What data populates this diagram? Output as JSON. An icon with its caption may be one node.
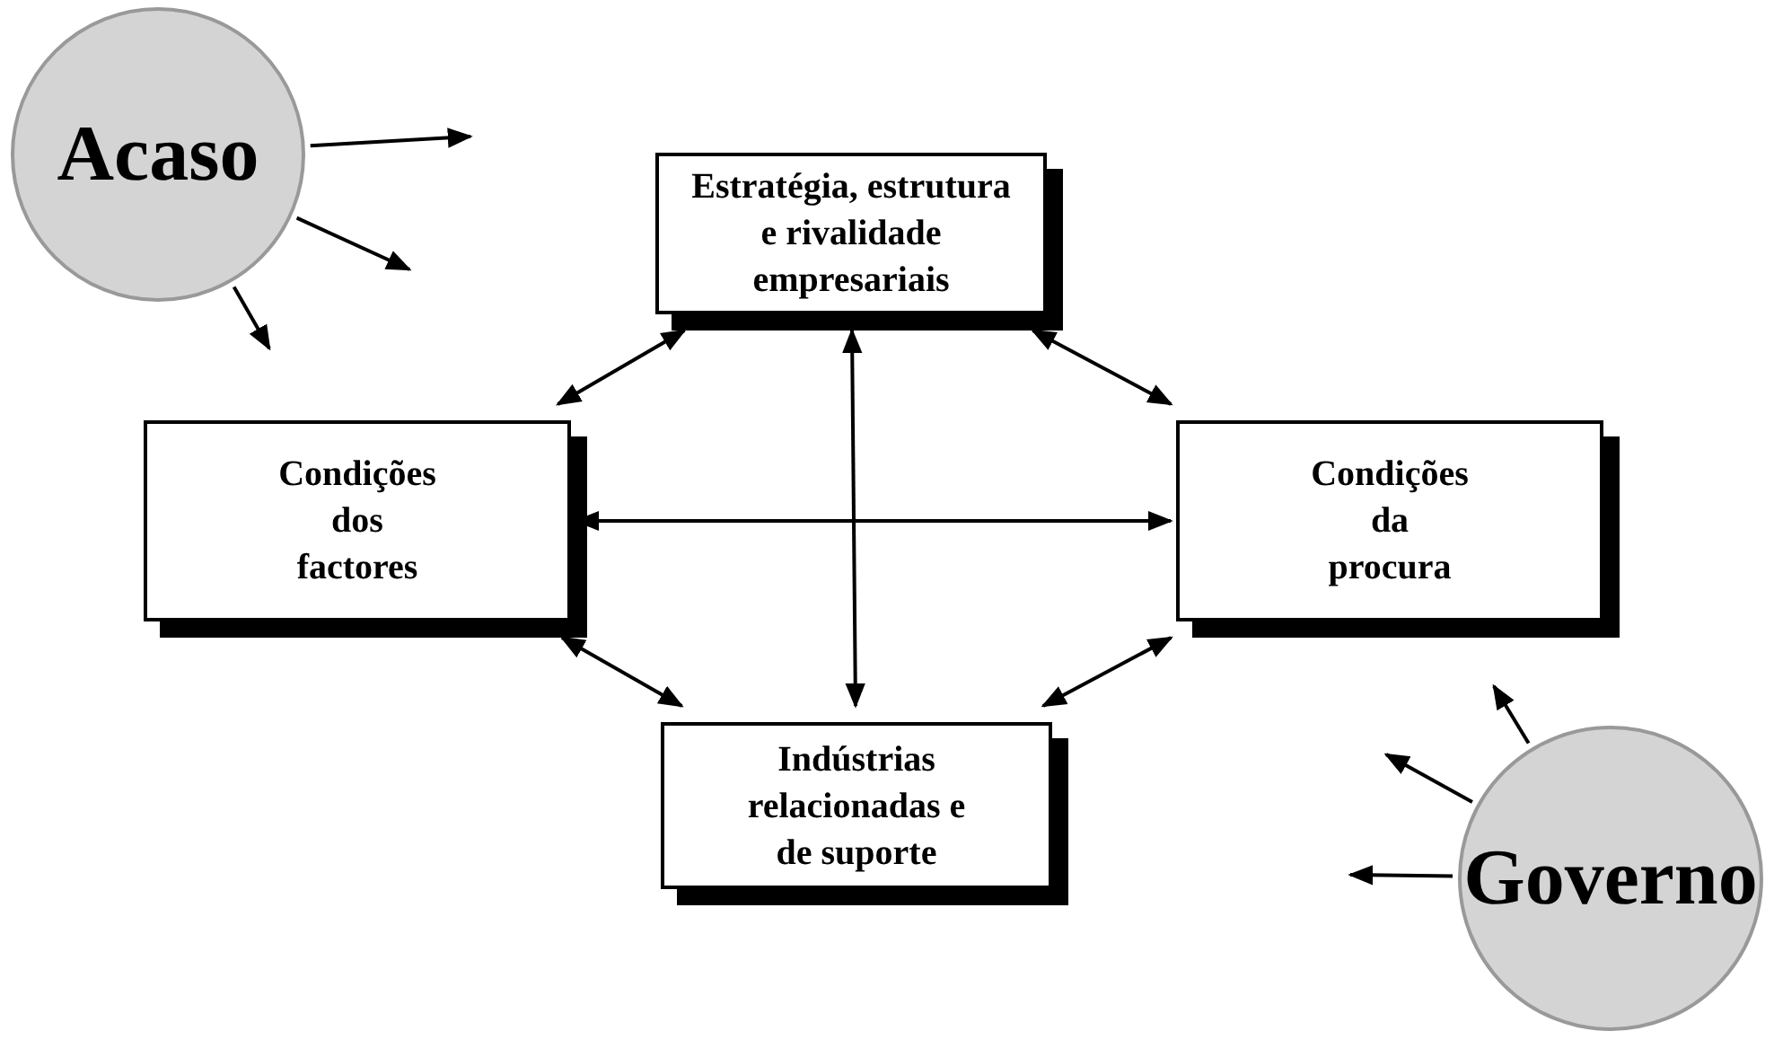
{
  "diagram": {
    "nodes": [
      {
        "text": [
          "Acaso"
        ]
      },
      {
        "text": [
          "Estratégia, estrutura e rivalidade empresariais"
        ]
      },
      {
        "text": [
          "Condições dos factores"
        ]
      },
      {
        "text": [
          "Condições da procura"
        ]
      },
      {
        "text": [
          "Indústrias relacionadas e de suporte"
        ]
      },
      {
        "text": [
          "Governo"
        ]
      }
    ],
    "edges": [
      {
        "from": 1,
        "to": 2,
        "arrow": "both"
      },
      {
        "from": 1,
        "to": 3,
        "arrow": "both"
      },
      {
        "from": 2,
        "to": 3,
        "arrow": "both"
      },
      {
        "from": 1,
        "to": 4,
        "arrow": "both"
      },
      {
        "from": 2,
        "to": 4,
        "arrow": "both"
      },
      {
        "from": 3,
        "to": 4,
        "arrow": "both"
      },
      {
        "from": 0,
        "to": null,
        "arrow": "to"
      },
      {
        "from": 0,
        "to": null,
        "arrow": "to"
      },
      {
        "from": 0,
        "to": null,
        "arrow": "to"
      },
      {
        "from": 5,
        "to": null,
        "arrow": "to"
      },
      {
        "from": 5,
        "to": null,
        "arrow": "to"
      },
      {
        "from": 5,
        "to": null,
        "arrow": "to"
      }
    ]
  }
}
